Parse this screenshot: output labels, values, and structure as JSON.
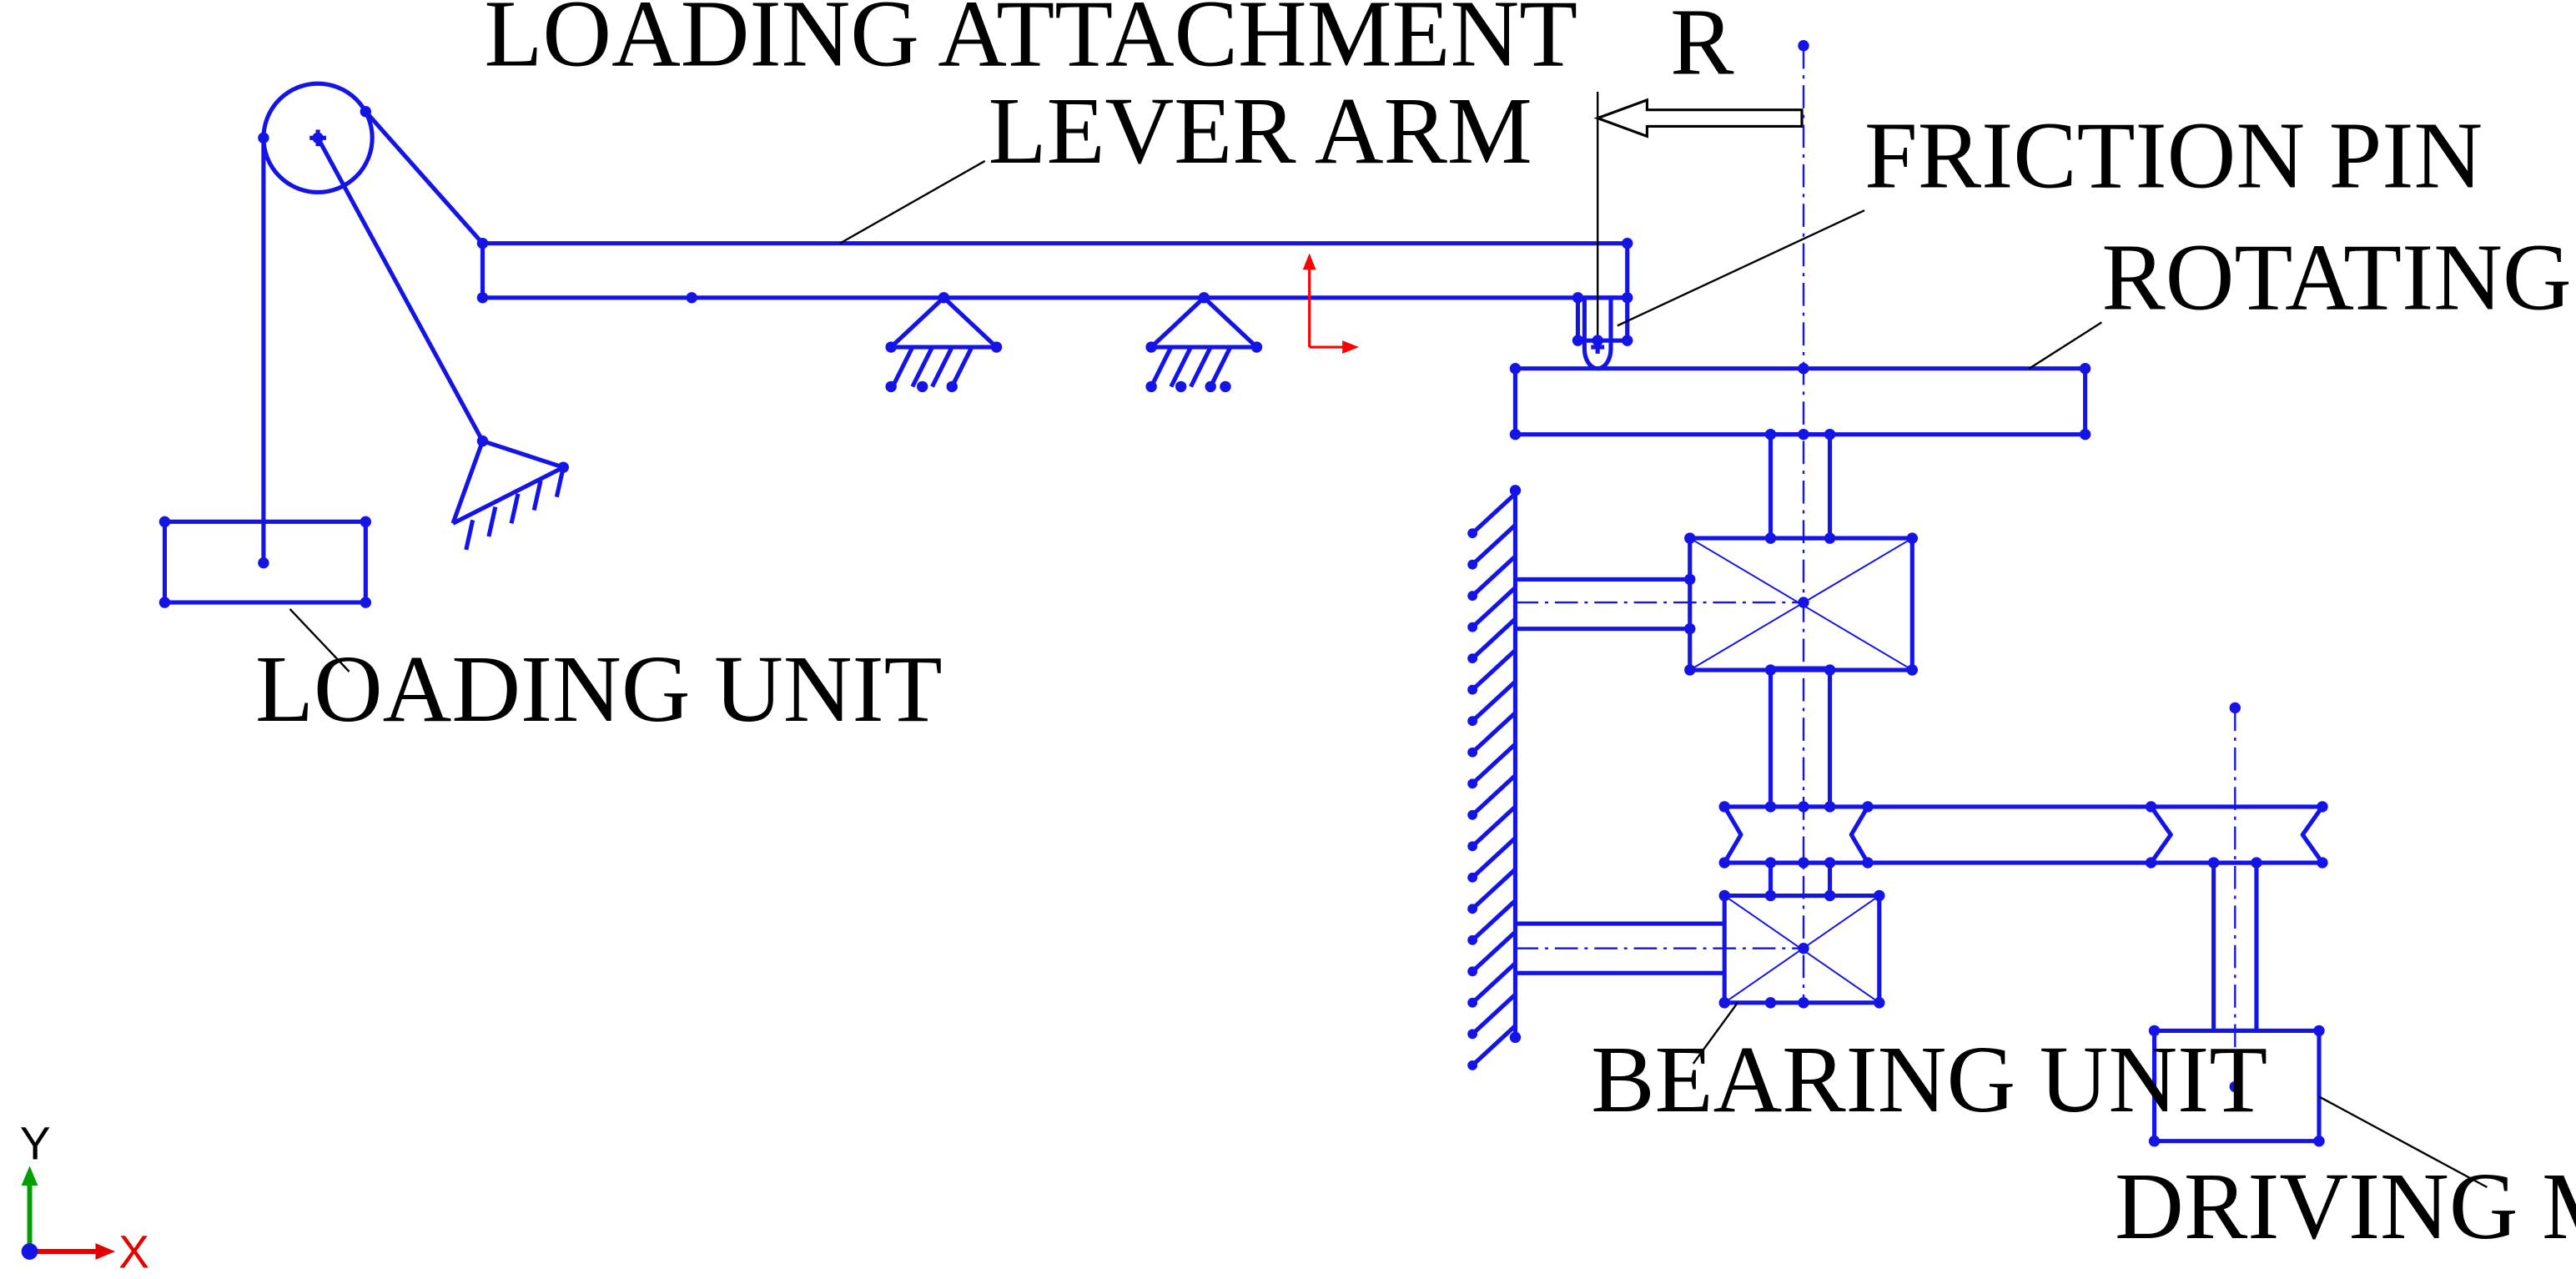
{
  "labels": {
    "loading_attachment": "LOADING ATTACHMENT",
    "lever_arm": "LEVER ARM",
    "friction_pin": "FRICTION PIN",
    "rotating_disk": "ROTATING DISK",
    "loading_unit": "LOADING UNIT",
    "bearing_unit": "BEARING UNIT",
    "driving_motor": "DRIVING MOTOR",
    "radius": "R"
  },
  "axis_triad": {
    "y_label": "Y",
    "x_label": "X"
  },
  "colors": {
    "geometry": "#1414e6",
    "annotation": "#000000",
    "coordinate_marker": "#ff0000",
    "axis_y": "#00a000",
    "axis_x": "#e60000"
  }
}
